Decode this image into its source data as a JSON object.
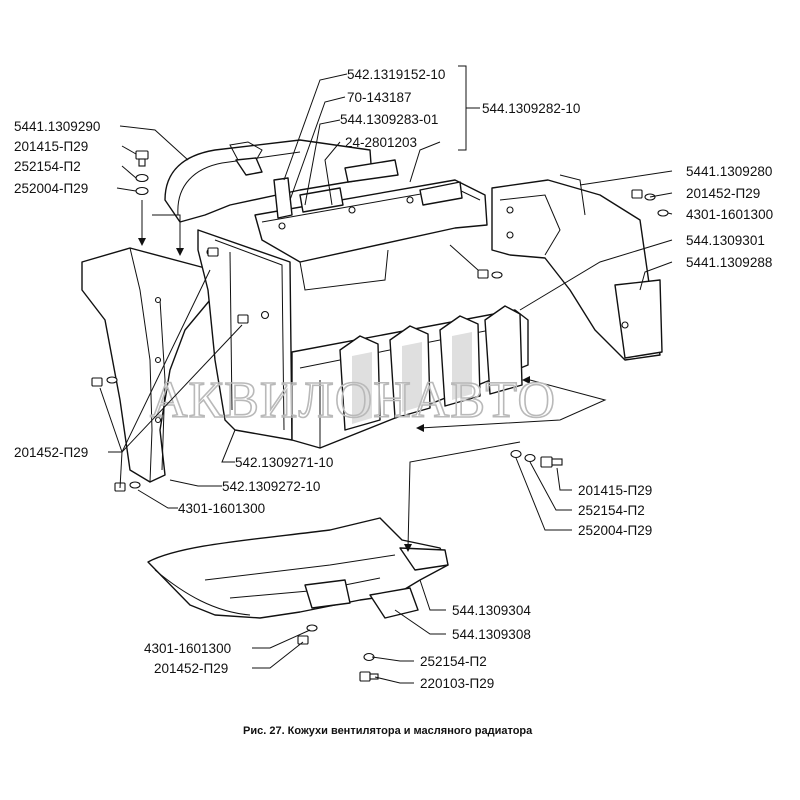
{
  "caption": "Рис. 27. Кожухи вентилятора и масляного радиатора",
  "watermark": "АКВИЛОНАВТО",
  "labels": {
    "l01": "542.1319152-10",
    "l02": "70-143187",
    "l03": "544.1309283-01",
    "l04": "24-2801203",
    "l05": "544.1309282-10",
    "l06": "5441.1309290",
    "l07": "201415-П29",
    "l08": "252154-П2",
    "l09": "252004-П29",
    "l10": "5441.1309280",
    "l11": "201452-П29",
    "l12": "4301-1601300",
    "l13": "544.1309301",
    "l14": "5441.1309288",
    "l15": "201452-П29",
    "l16": "542.1309271-10",
    "l17": "542.1309272-10",
    "l18": "4301-1601300",
    "l19": "201415-П29",
    "l20": "252154-П2",
    "l21": "252004-П29",
    "l22": "544.1309304",
    "l23": "544.1309308",
    "l24": "4301-1601300",
    "l25": "201452-П29",
    "l26": "252154-П2",
    "l27": "220103-П29"
  }
}
